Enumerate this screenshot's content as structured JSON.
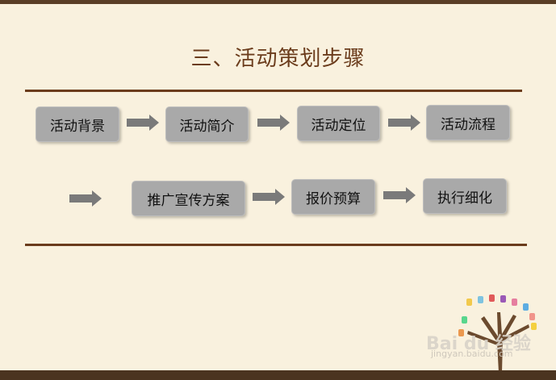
{
  "title": "三、活动策划步骤",
  "steps": [
    "活动背景",
    "活动简介",
    "活动定位",
    "活动流程",
    "推广宣传方案",
    "报价预算",
    "执行细化"
  ],
  "watermark": {
    "brand": "Bai du 经验",
    "url": "jingyan.baidu.com"
  },
  "colors": {
    "background": "#f9f1de",
    "rule": "#6b3c1c",
    "step_fill": "#a9a9a9",
    "arrow": "#7a7a7a"
  }
}
